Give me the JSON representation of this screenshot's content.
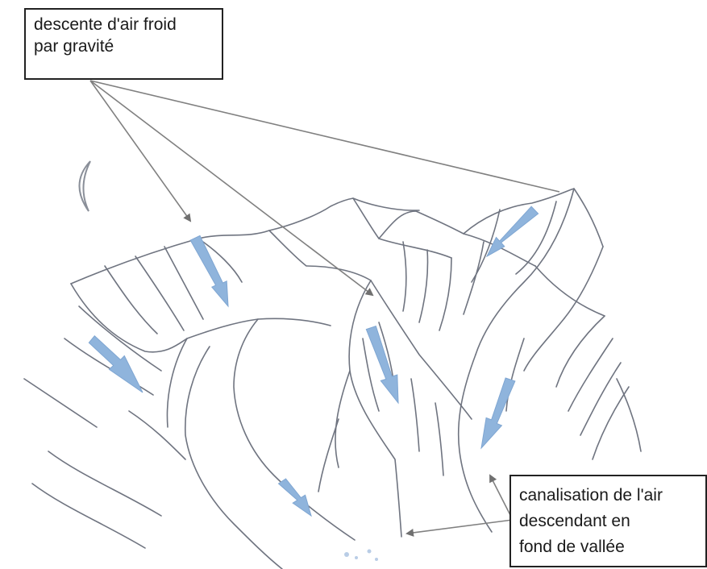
{
  "labels": {
    "top": {
      "line1": "descente d'air froid",
      "line2": "par gravité"
    },
    "bottom": {
      "line1": "canalisation de l'air",
      "line2": "descendant en",
      "line3": "fond de vallée"
    }
  },
  "colors": {
    "sketch_line": "#6f7480",
    "airflow_arrow": "#8fb4dc",
    "pointer_line": "#808080",
    "pointer_head": "#707070",
    "label_border": "#222222"
  },
  "icons": {
    "moon": "crescent-moon"
  }
}
